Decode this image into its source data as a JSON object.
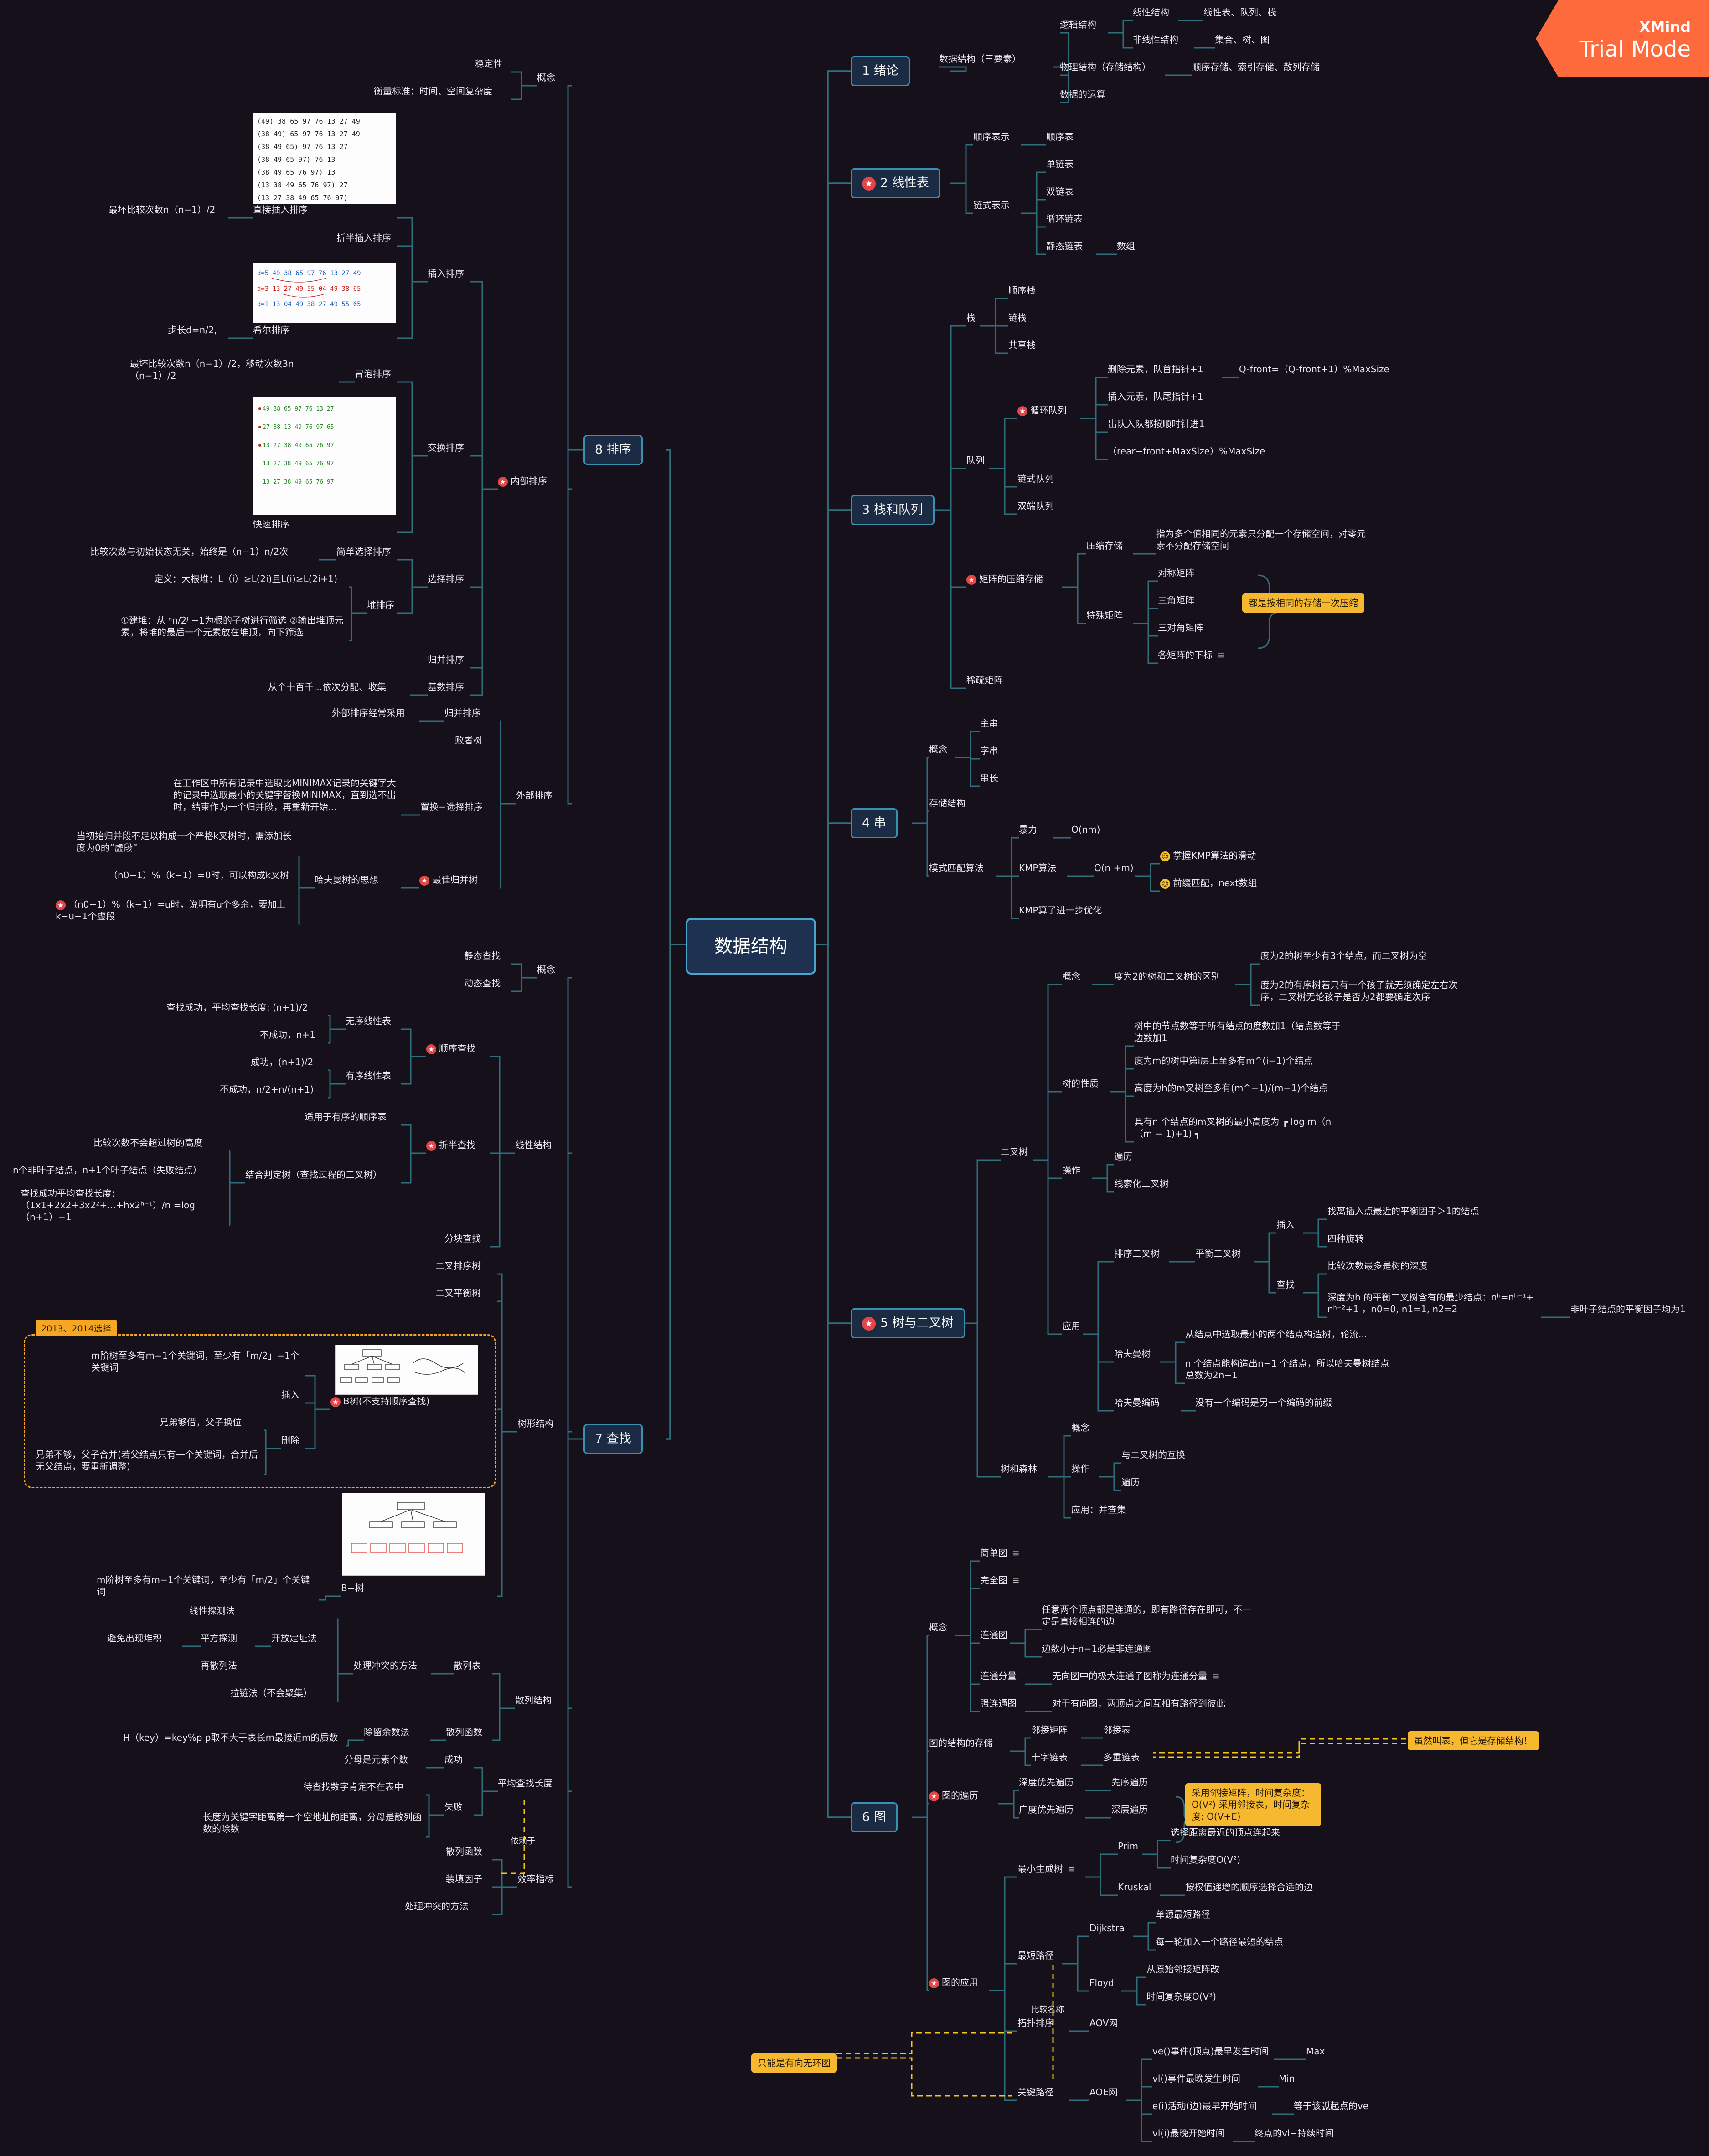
{
  "root": "数据结构",
  "watermark": {
    "brand": "XMind",
    "mode": "Trial Mode"
  },
  "colors": {
    "line": "#2f6f7c",
    "dash": "#f5c518",
    "callout": "#f5b82e",
    "star": "#e24646",
    "main_border": "#3b8fb0"
  },
  "branches": {
    "b1": {
      "title": "1 绪论"
    },
    "b2": {
      "title": "2 线性表"
    },
    "b3": {
      "title": "3 栈和队列"
    },
    "b4": {
      "title": "4 串"
    },
    "b5": {
      "title": "5 树与二叉树"
    },
    "b6": {
      "title": "6 图"
    },
    "b7": {
      "title": "7 查找"
    },
    "b8": {
      "title": "8 排序"
    }
  },
  "labels": {
    "b1_1": "数据结构（三要素）",
    "b1_2": "逻辑结构",
    "b1_3": "线性结构",
    "b1_4": "线性表、队列、栈",
    "b1_5": "非线性结构",
    "b1_6": "集合、树、图",
    "b1_7": "物理结构（存储结构）",
    "b1_8": "顺序存储、索引存储、散列存储",
    "b1_9": "数据的运算",
    "b2_1": "顺序表示",
    "b2_2": "顺序表",
    "b2_3": "链式表示",
    "b2_4": "单链表",
    "b2_5": "双链表",
    "b2_6": "循环链表",
    "b2_7": "静态链表",
    "b2_8": "数组",
    "b3_1": "栈",
    "b3_2": "顺序栈",
    "b3_3": "链栈",
    "b3_4": "共享栈",
    "b3_5": "队列",
    "b3_6": "循环队列",
    "b3_7": "删除元素，队首指针+1",
    "b3_8": "Q-front=（Q-front+1）%MaxSize",
    "b3_9": "插入元素，队尾指针+1",
    "b3_10": "出队入队都按顺时针进1",
    "b3_11": "（rear−front+MaxSize）%MaxSize",
    "b3_12": "链式队列",
    "b3_13": "双端队列",
    "b3_14": "矩阵的压缩存储",
    "b3_15": "压缩存储",
    "b3_16": "指为多个值相同的元素只分配一个存储空间，对零元素不分配存储空间",
    "b3_17": "特殊矩阵",
    "b3_18": "对称矩阵",
    "b3_19": "三角矩阵",
    "b3_20": "三对角矩阵",
    "b3_21": "各矩阵的下标",
    "b3_22": "稀疏矩阵",
    "b3_23": "都是按相同的存储一次压缩",
    "b4_1": "概念",
    "b4_2": "主串",
    "b4_3": "字串",
    "b4_4": "串长",
    "b4_5": "存储结构",
    "b4_6": "模式匹配算法",
    "b4_7": "暴力",
    "b4_8": "O(nm)",
    "b4_9": "KMP算法",
    "b4_10": "O(n +m)",
    "b4_11": "掌握KMP算法的滑动",
    "b4_12": "前缀匹配，next数组",
    "b4_13": "KMP算了进一步优化",
    "b5_1": "二叉树",
    "b5_2": "概念",
    "b5_3": "度为2的树和二叉树的区别",
    "b5_4": "度为2的树至少有3个结点，而二叉树为空",
    "b5_5": "度为2的有序树若只有一个孩子就无须确定左右次序，二叉树无论孩子是否为2都要确定次序",
    "b5_6": "树的性质",
    "b5_7": "树中的节点数等于所有结点的度数加1（结点数等于边数加1",
    "b5_8": "度为m的树中第i层上至多有m^(i−1)个结点",
    "b5_9": "高度为h的m叉树至多有(m^−1)/(m−1)个结点",
    "b5_10": "具有n 个结点的m叉树的最小高度为 ┏ log m（n（m − 1)+1) ┓",
    "b5_11": "操作",
    "b5_12": "遍历",
    "b5_13": "线索化二叉树",
    "b5_14": "应用",
    "b5_15": "排序二叉树",
    "b5_16": "平衡二叉树",
    "b5_17": "插入",
    "b5_18": "找离插入点最近的平衡因子＞1的结点",
    "b5_19": "四种旋转",
    "b5_20": "查找",
    "b5_21": "比较次数最多是树的深度",
    "b5_22": "深度为h 的平衡二叉树含有的最少结点：nʰ=nʰ⁻¹+ nʰ⁻²+1 ，n0=0, n1=1, n2=2",
    "b5_23": "非叶子结点的平衡因子均为1",
    "b5_24": "哈夫曼树",
    "b5_25": "从结点中选取最小的两个结点构造树，轮流...",
    "b5_26": "n 个结点能构造出n−1 个结点，所以哈夫曼树结点总数为2n−1",
    "b5_27": "哈夫曼编码",
    "b5_28": "没有一个编码是另一个编码的前缀",
    "b5_29": "树和森林",
    "b5_30": "概念",
    "b5_31": "操作",
    "b5_32": "与二叉树的互换",
    "b5_33": "遍历",
    "b5_34": "应用：并查集",
    "b6_1": "概念",
    "b6_2": "简单图",
    "b6_3": "完全图",
    "b6_4": "连通图",
    "b6_5": "任意两个顶点都是连通的，即有路径存在即可，不一定是直接相连的边",
    "b6_6": "边数小于n−1必是非连通图",
    "b6_7": "连通分量",
    "b6_8": "无向图中的极大连通子图称为连通分量",
    "b6_9": "强连通图",
    "b6_10": "对于有向图，两顶点之间互相有路径到彼此",
    "b6_11": "图的结构的存储",
    "b6_12": "邻接矩阵",
    "b6_13": "邻接表",
    "b6_14": "十字链表",
    "b6_15": "多重链表",
    "b6_16": "虽然叫表，但它是存储结构！",
    "b6_17": "图的遍历",
    "b6_18": "深度优先遍历",
    "b6_19": "先序遍历",
    "b6_20": "广度优先遍历",
    "b6_21": "深层遍历",
    "b6_22": "采用邻接矩阵，时间复杂度：O(V²) 采用邻接表，时间复杂度: O(V+E)",
    "b6_23": "图的应用",
    "b6_24": "最小生成树",
    "b6_25": "Prim",
    "b6_26": "选择距离最近的顶点连起来",
    "b6_27": "时间复杂度O(V²)",
    "b6_28": "Kruskal",
    "b6_29": "按权值递增的顺序选择合适的边",
    "b6_30": "最短路径",
    "b6_31": "Dijkstra",
    "b6_32": "单源最短路径",
    "b6_33": "每一轮加入一个路径最短的结点",
    "b6_34": "Floyd",
    "b6_35": "从原始邻接矩阵改",
    "b6_36": "时间复杂度O(V³)",
    "b6_37": "拓扑排序",
    "b6_38": "AOV网",
    "b6_39": "比较名称",
    "b6_40": "关键路径",
    "b6_41": "AOE网",
    "b6_42": "ve()事件(顶点)最早发生时间",
    "b6_43": "Max",
    "b6_44": "vl()事件最晚发生时间",
    "b6_45": "Min",
    "b6_46": "e(i)活动(边)最早开始时间",
    "b6_47": "等于该弧起点的ve",
    "b6_48": "vl(i)最晚开始时间",
    "b6_49": "终点的vl−持续时间",
    "b6_50": "只能是有向无环图",
    "b7_1": "概念",
    "b7_2": "静态查找",
    "b7_3": "动态查找",
    "b7_4": "线性结构",
    "b7_5": "顺序查找",
    "b7_6": "无序线性表",
    "b7_7": "查找成功，平均查找长度: (n+1)/2",
    "b7_8": "不成功，n+1",
    "b7_9": "有序线性表",
    "b7_10": "成功，(n+1)/2",
    "b7_11": "不成功，n/2+n/(n+1)",
    "b7_12": "折半查找",
    "b7_13": "适用于有序的顺序表",
    "b7_14": "结合判定树（查找过程的二叉树）",
    "b7_15": "比较次数不会超过树的高度",
    "b7_16": "n个非叶子结点，n+1个叶子结点（失败结点）",
    "b7_17": "查找成功平均查找长度: （1x1+2x2+3x2²+...+hx2ʰ⁻¹）/n =log（n+1）−1",
    "b7_18": "分块查找",
    "b7_19": "树形结构",
    "b7_20": "二叉排序树",
    "b7_21": "二叉平衡树",
    "b7_22": "B树(不支持顺序查找)",
    "b7_23": "m阶树至多有m−1个关键词，至少有「m/2」−1个关键词",
    "b7_24": "插入",
    "b7_25": "删除",
    "b7_26": "兄弟够借，父子换位",
    "b7_27": "兄弟不够，父子合并(若父结点只有一个关键词，合并后无父结点，要重新调整)",
    "b7_28": "2013、2014选择",
    "b7_29": "B+树",
    "b7_30": "m阶树至多有m−1个关键词，至少有「m/2」个关键词",
    "b7_31": "散列结构",
    "b7_32": "散列表",
    "b7_33": "处理冲突的方法",
    "b7_34": "线性探测法",
    "b7_35": "开放定址法",
    "b7_36": "平方探测",
    "b7_37": "避免出现堆积",
    "b7_38": "再散列法",
    "b7_39": "拉链法（不会聚集）",
    "b7_40": "散列函数",
    "b7_41": "除留余数法",
    "b7_42": "H（key）=key%p  p取不大于表长m最接近m的质数",
    "b7_43": "平均查找长度",
    "b7_44": "成功",
    "b7_45": "分母是元素个数",
    "b7_46": "失败",
    "b7_47": "待查找数字肯定不在表中",
    "b7_48": "长度为关键字距离第一个空地址的距离，分母是散列函数的除数",
    "b7_49": "依赖于",
    "b7_50": "效率指标",
    "b7_51": "散列函数",
    "b7_52": "装填因子",
    "b7_53": "处理冲突的方法",
    "b8_1": "概念",
    "b8_2": "稳定性",
    "b8_3": "衡量标准：时间、空间复杂度",
    "b8_4": "内部排序",
    "b8_5": "插入排序",
    "b8_6": "直接插入排序",
    "b8_7": "最坏比较次数n（n−1）/2",
    "b8_8": "折半插入排序",
    "b8_9": "希尔排序",
    "b8_10": "步长d=n/2,",
    "b8_11": "交换排序",
    "b8_12": "冒泡排序",
    "b8_13": "最坏比较次数n（n−1）/2，移动次数3n（n−1）/2",
    "b8_14": "快速排序",
    "b8_15": "选择排序",
    "b8_16": "简单选择排序",
    "b8_17": "比较次数与初始状态无关，始终是（n−1）n/2次",
    "b8_18": "堆排序",
    "b8_19": "定义：大根堆：L（i）≥L(2i)且L(i)≥L(2i+1)",
    "b8_20": "①建堆：从 ⁿn/2ᴶ −1为根的子树进行筛选  ②输出堆顶元素，将堆的最后一个元素放在堆顶，向下筛选",
    "b8_21": "归并排序",
    "b8_22": "基数排序",
    "b8_23": "从个十百千...依次分配、收集",
    "b8_24": "外部排序",
    "b8_25": "归并排序",
    "b8_26": "外部排序经常采用",
    "b8_27": "败者树",
    "b8_28": "置换−选择排序",
    "b8_29": "在工作区中所有记录中选取比MINIMAX记录的关键字大的记录中选取最小的关键字替换MINIMAX，直到选不出时，结束作为一个归并段，再重新开始...",
    "b8_30": "最佳归并树",
    "b8_31": "哈夫曼树的思想",
    "b8_32": "当初始归并段不足以构成一个严格k叉树时，需添加长度为0的“虚段”",
    "b8_33": "（n0−1）%（k−1）=0时，可以构成k叉树",
    "b8_34": "（n0−1）%（k−1）=u时，说明有u个多余，要加上k−u−1个虚段"
  }
}
